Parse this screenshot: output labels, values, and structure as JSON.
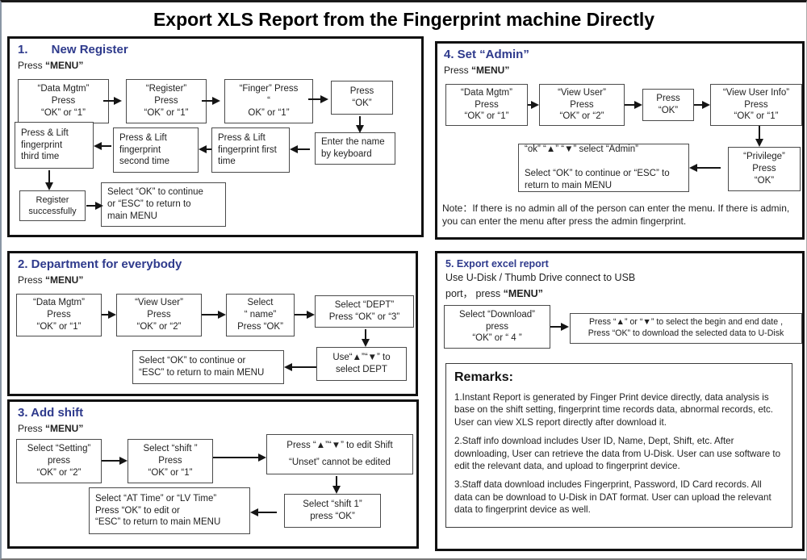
{
  "title": "Export XLS Report from the Fingerprint machine Directly",
  "colors": {
    "heading_accent": "#2e3a8c",
    "ink": "#1d1d1d",
    "border": "#111111"
  },
  "s1": {
    "heading": "1.       New Register",
    "press": "Press ",
    "menu": "“MENU”",
    "boxes": [
      "“Data Mgtm”\nPress\n“OK” or “1”",
      "“Register”\nPress\n“OK” or “1”",
      "“Finger” Press\n“\nOK” or “1”",
      "Press\n“OK”",
      "Enter the name\nby keyboard",
      "Press & Lift\nfingerprint\nthird time",
      "Press & Lift\nfingerprint\nsecond time",
      "Press & Lift\nfingerprint first\ntime",
      "Register\nsuccessfully",
      "Select “OK” to  continue\nor “ESC” to return to\nmain MENU"
    ]
  },
  "s2": {
    "heading": "2. Department for everybody",
    "press": "Press ",
    "menu": "“MENU”",
    "boxes": [
      "“Data Mgtm”\nPress\n“OK” or “1”",
      "“View User”\nPress\n“OK” or “2”",
      "Select\n“ name”\nPress “OK”",
      "Select “DEPT”\nPress “OK” or “3”",
      "Use“▲”“▼” to\nselect DEPT",
      "Select “OK” to  continue or\n“ESC” to return to main MENU"
    ]
  },
  "s3": {
    "heading": "3. Add shift",
    "press": "Press ",
    "menu": "“MENU”",
    "boxes": [
      "Select “Setting”\npress\n“OK” or “2”",
      "Select “shift ”\nPress\n“OK” or “1”",
      "Press “▲”“▼” to edit Shift\n“Unset” cannot be edited",
      "Select “shift 1”\npress “OK”",
      "Select “AT Time” or “LV Time”\nPress “OK” to  edit or\n“ESC” to return to main MENU"
    ]
  },
  "s4": {
    "heading": "4. Set “Admin”",
    "press": "Press ",
    "menu": "“MENU”",
    "boxes": [
      "“Data Mgtm”\nPress\n“OK” or “1”",
      "“View User”\nPress\n“OK” or “2”",
      "Press\n“OK”",
      "“View User Info”\nPress\n“OK” or “1”",
      "“ok” “▲” “▼” select “Admin”\n\nSelect “OK” to  continue or “ESC” to\nreturn to main MENU",
      "“Privilege”\nPress\n“OK”"
    ],
    "note": "Note：If there is no admin all of the person can enter the menu. If there is admin,\nyou can enter the menu after press the admin fingerprint."
  },
  "s5": {
    "heading": "5. Export excel report",
    "sub1": "Use U-Disk / Thumb Drive connect to USB",
    "sub2_prefix": "port，  press ",
    "menu": "“MENU”",
    "boxes": [
      "Select “Download”\npress\n“OK” or “ 4 ”",
      "Press “▲” or “▼” to select the begin and end date ,\nPress “OK” to download the selected data to U-Disk"
    ],
    "remarks": {
      "title": "Remarks:",
      "items": [
        "1.Instant Report is generated by Finger Print device directly, data analysis is base on the shift setting, fingerprint time records data, abnormal records, etc. User can view XLS report directly after download it.",
        "2.Staff info download includes User ID, Name, Dept, Shift, etc. After downloading, User can retrieve the data from U-Disk. User can use software to edit the relevant data, and upload to fingerprint device.",
        "3.Staff data download includes Fingerprint, Password, ID Card records. All data can be download to U-Disk in DAT format. User can upload the relevant data to fingerprint device as well."
      ]
    }
  }
}
